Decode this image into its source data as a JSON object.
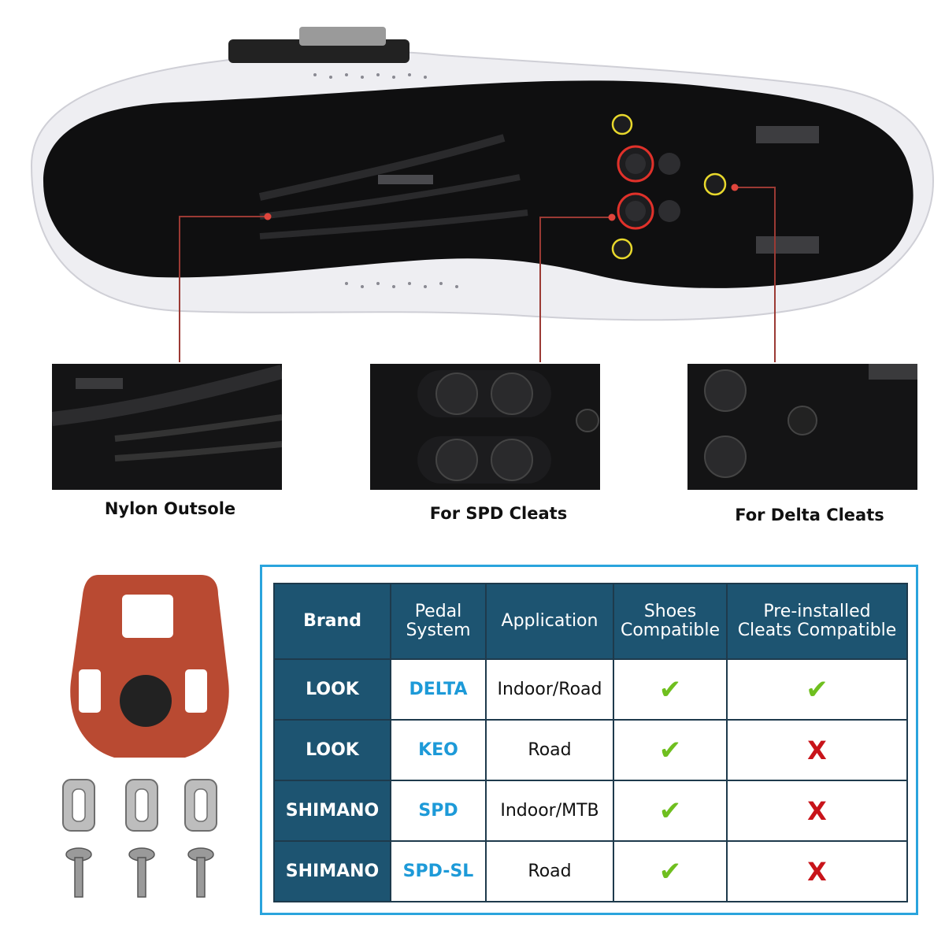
{
  "captions": {
    "outsole": "Nylon Outsole",
    "spd": "For SPD Cleats",
    "delta": "For Delta Cleats"
  },
  "table": {
    "headers": [
      [
        "Brand"
      ],
      [
        "Pedal",
        "System"
      ],
      [
        "Application"
      ],
      [
        "Shoes",
        "Compatible"
      ],
      [
        "Pre-installed",
        "Cleats Compatible"
      ]
    ],
    "rows": [
      {
        "brand": "LOOK",
        "pedal": "DELTA",
        "application": "Indoor/Road",
        "shoes": "✔",
        "preinstalled": "✔",
        "preinstalled_ok": true
      },
      {
        "brand": "LOOK",
        "pedal": "KEO",
        "application": "Road",
        "shoes": "✔",
        "preinstalled": "X",
        "preinstalled_ok": false
      },
      {
        "brand": "SHIMANO",
        "pedal": "SPD",
        "application": "Indoor/MTB",
        "shoes": "✔",
        "preinstalled": "X",
        "preinstalled_ok": false
      },
      {
        "brand": "SHIMANO",
        "pedal": "SPD-SL",
        "application": "Road",
        "shoes": "✔",
        "preinstalled": "X",
        "preinstalled_ok": false
      }
    ]
  },
  "colors": {
    "header_bg": "#1d5471",
    "frame_border": "#2aa4dd",
    "pedal_text": "#1d9ad8",
    "check": "#6fbf1f",
    "cross": "#c8141a",
    "callout_line": "#9b3a34",
    "cleat": "#b94a32"
  },
  "icons": {
    "check": "check-icon",
    "cross": "cross-icon"
  }
}
